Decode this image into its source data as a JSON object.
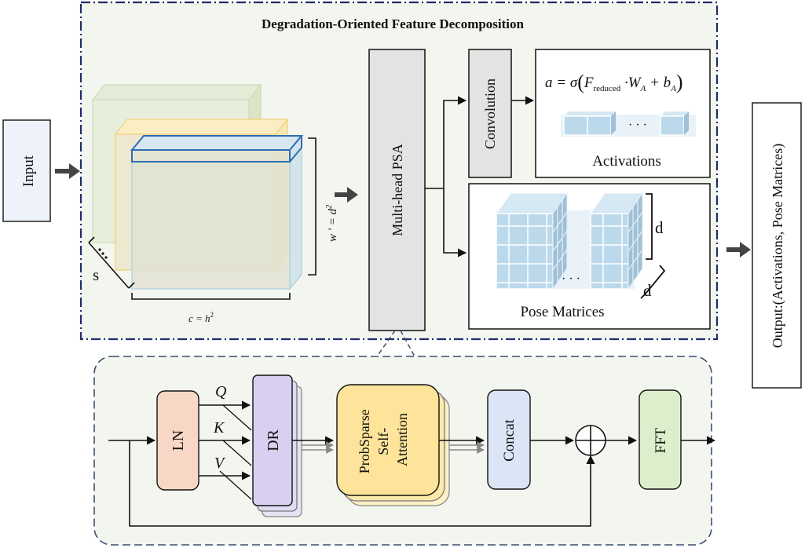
{
  "diagram": {
    "title": "Degradation-Oriented Feature Decomposition",
    "input_label": "Input",
    "output_label": "Output:(Activations, Pose Matrices)",
    "psa_label": "Multi-head PSA",
    "conv_label": "Convolution",
    "formula": {
      "lhs": "a = σ",
      "f": "F",
      "f_sub": "reduced",
      "rest": " ·W",
      "wa_sub": "A",
      "plus": " + b",
      "ba_sub": "A"
    },
    "ellipsis": "· · ·",
    "activations_label": "Activations",
    "pose_label": "Pose Matrices",
    "d_label": "d",
    "s_label": "s",
    "c_label": "c = h",
    "c_sup": "2",
    "w_label": "w ' = d",
    "w_sup": "2",
    "ln_label": "LN",
    "dr_label": "DR",
    "q_label": "Q",
    "k_label": "K",
    "v_label": "V",
    "prob_lines": [
      "ProbSparse",
      "Self-",
      "Attention"
    ],
    "concat_label": "Concat",
    "fft_label": "FFT",
    "colors": {
      "panel_bg": "#f3f6ef",
      "dashdot_border": "#1f2d6b",
      "bottom_border": "#3d4f6e",
      "cube_blue": "#bcd9ec",
      "ln": "#f8d7c6",
      "dr": "#d9d0f1",
      "prob": "#fde49a",
      "concat": "#dbe5f6",
      "fft": "#dcefcc"
    }
  }
}
